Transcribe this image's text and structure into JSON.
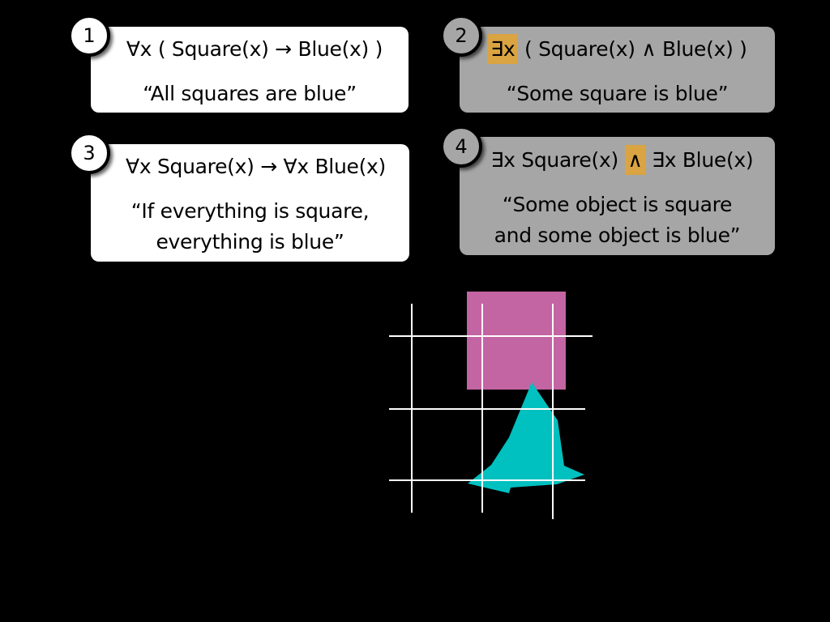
{
  "cards": [
    {
      "number": "1",
      "formula": [
        "∀x ( Square(x) → Blue(x) )"
      ],
      "caption_lines": [
        "“All squares are blue”"
      ]
    },
    {
      "number": "2",
      "formula_highlight": "∃x",
      "formula_rest": " ( Square(x) ∧ Blue(x) )",
      "caption_lines": [
        "“Some square is blue”"
      ]
    },
    {
      "number": "3",
      "formula": [
        "∀x Square(x) → ∀x Blue(x)"
      ],
      "caption_lines": [
        "“If everything is square,",
        "everything is blue”"
      ]
    },
    {
      "number": "4",
      "formula_pre": "∃x Square(x) ",
      "formula_highlight": "∧",
      "formula_post": " ∃x Blue(x)",
      "caption_lines": [
        "“Some object is square",
        "and some object is blue”"
      ]
    }
  ],
  "colors": {
    "background": "#000000",
    "card_true": "#ffffff",
    "card_false": "#a6a6a6",
    "highlight": "#d9a441",
    "square": "#c364a3",
    "blob": "#00c0c0",
    "grid": "#ffffff"
  }
}
